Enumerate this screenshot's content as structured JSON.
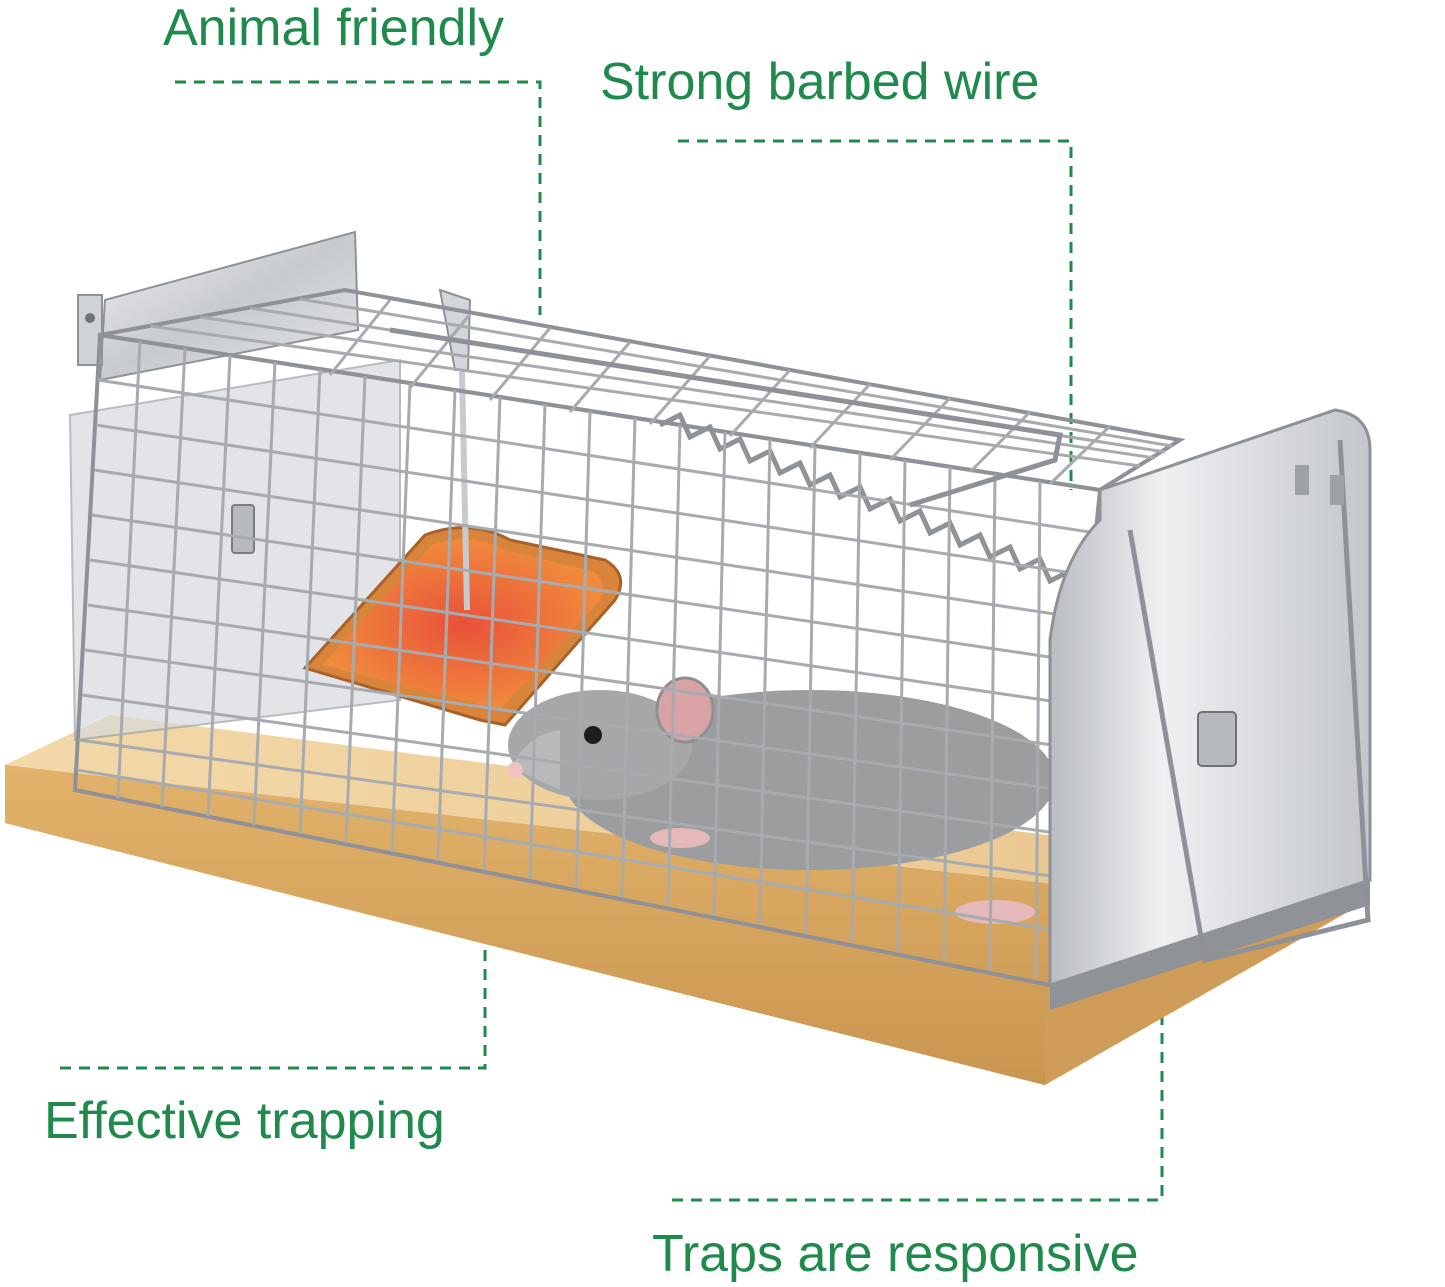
{
  "callouts": {
    "animal_friendly": "Animal friendly",
    "strong_barbed_wire": "Strong barbed wire",
    "effective_trapping": "Effective trapping",
    "traps_responsive": "Traps are responsive"
  },
  "colors": {
    "accent_green": "#1f8a4c",
    "wood": "#e2b878",
    "steel": "#c9ccd0",
    "rat": "#9a9c9e",
    "toast": "#d8843a"
  },
  "image": {
    "subject": "rat-cage-trap-icon",
    "parts": [
      "wooden-base",
      "wire-mesh-cage",
      "steel-end-doors",
      "spring",
      "toast-bait",
      "rat"
    ]
  }
}
